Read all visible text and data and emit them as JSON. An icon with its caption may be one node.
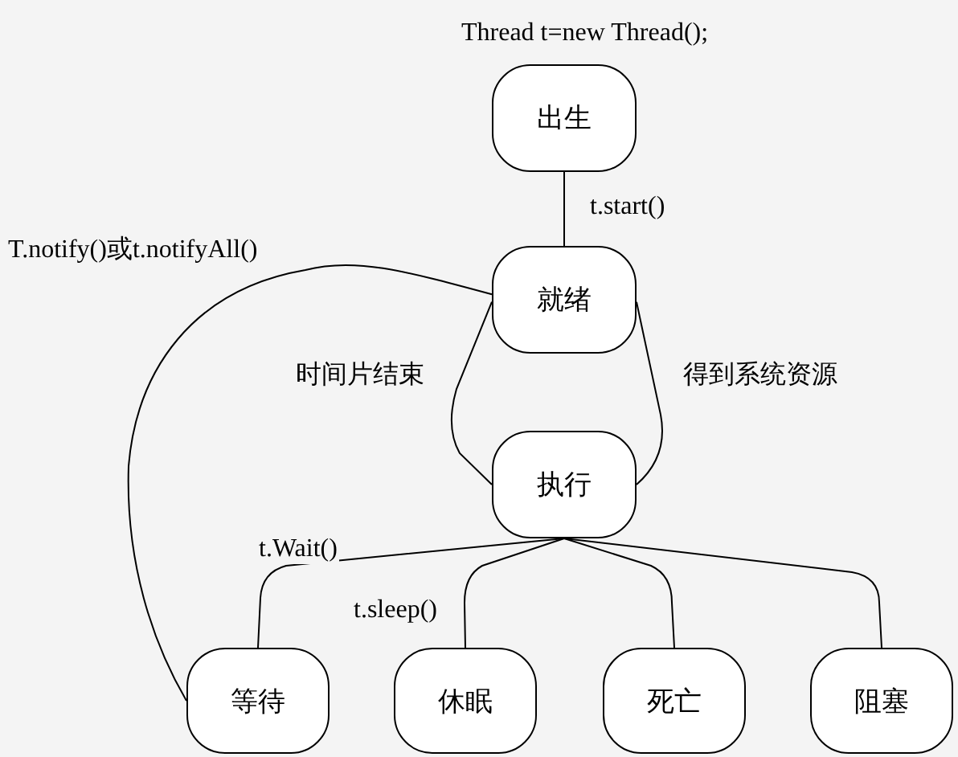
{
  "diagram": {
    "nodes": [
      {
        "text": [
          "出生"
        ],
        "beside": [
          "Thread t=new Thread();"
        ]
      },
      {
        "text": [
          "就绪"
        ]
      },
      {
        "text": [
          "执行"
        ]
      },
      {
        "text": [
          "等待"
        ]
      },
      {
        "text": [
          "休眠"
        ]
      },
      {
        "text": [
          "死亡"
        ]
      },
      {
        "text": [
          "阻塞"
        ]
      }
    ],
    "edges": [
      {
        "from": 0,
        "to": 1,
        "arrow": "none",
        "label": "t.start()"
      },
      {
        "from": 1,
        "to": 2,
        "arrow": "none",
        "label": "时间片结束"
      },
      {
        "from": 1,
        "to": 2,
        "arrow": "none",
        "label": "得到系统资源"
      },
      {
        "from": 2,
        "to": 3,
        "arrow": "none",
        "label": "t.Wait()"
      },
      {
        "from": 2,
        "to": 4,
        "arrow": "none",
        "label": "t.sleep()"
      },
      {
        "from": 2,
        "to": 5,
        "arrow": "none"
      },
      {
        "from": 2,
        "to": 6,
        "arrow": "none"
      },
      {
        "from": 3,
        "to": 1,
        "arrow": "none",
        "label": "T.notify()或t.notifyAll()"
      }
    ]
  }
}
